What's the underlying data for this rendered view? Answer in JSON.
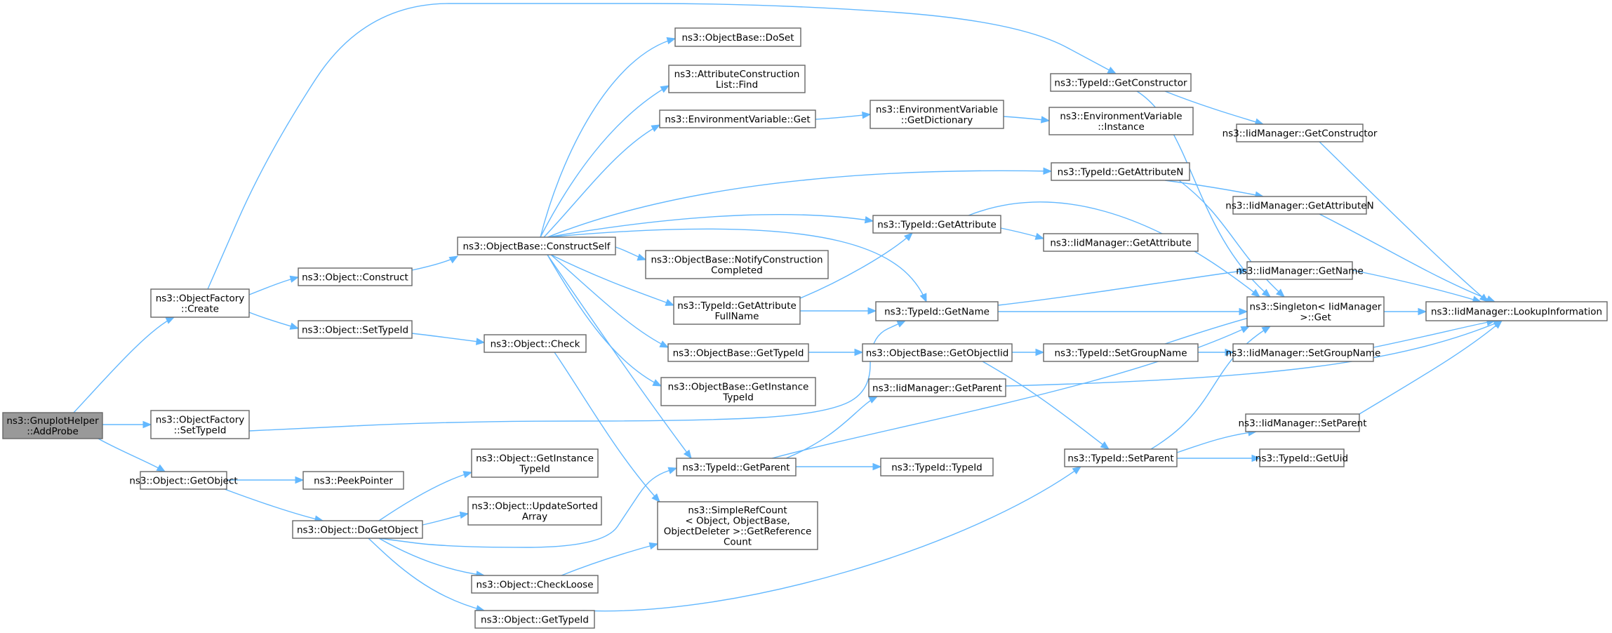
{
  "nodes": {
    "addprobe": [
      "ns3::GnuplotHelper",
      "::AddProbe"
    ],
    "of_create": [
      "ns3::ObjectFactory",
      "::Create"
    ],
    "of_settypeid": [
      "ns3::ObjectFactory",
      "::SetTypeId"
    ],
    "obj_getobject": [
      "ns3::Object::GetObject"
    ],
    "obj_construct": [
      "ns3::Object::Construct"
    ],
    "obj_settypeid": [
      "ns3::Object::SetTypeId"
    ],
    "peekpointer": [
      "ns3::PeekPointer"
    ],
    "obj_dogetobject": [
      "ns3::Object::DoGetObject"
    ],
    "ob_constructself": [
      "ns3::ObjectBase::ConstructSelf"
    ],
    "obj_check": [
      "ns3::Object::Check"
    ],
    "obj_getinstancetypeid": [
      "ns3::Object::GetInstance",
      "TypeId"
    ],
    "obj_updatesortedarray": [
      "ns3::Object::UpdateSorted",
      "Array"
    ],
    "obj_checkloose": [
      "ns3::Object::CheckLoose"
    ],
    "obj_gettypeid": [
      "ns3::Object::GetTypeId"
    ],
    "ob_doset": [
      "ns3::ObjectBase::DoSet"
    ],
    "acl_find": [
      "ns3::AttributeConstruction",
      "List::Find"
    ],
    "envvar_get": [
      "ns3::EnvironmentVariable::Get"
    ],
    "ob_notify": [
      "ns3::ObjectBase::NotifyConstruction",
      "Completed"
    ],
    "tid_getattrfullname": [
      "ns3::TypeId::GetAttribute",
      "FullName"
    ],
    "ob_gettypeid": [
      "ns3::ObjectBase::GetTypeId"
    ],
    "ob_getinstancetypeid": [
      "ns3::ObjectBase::GetInstance",
      "TypeId"
    ],
    "tid_getparent": [
      "ns3::TypeId::GetParent"
    ],
    "src_getrefcount": [
      "ns3::SimpleRefCount",
      "< Object, ObjectBase,",
      "ObjectDeleter >::GetReference",
      "Count"
    ],
    "envvar_getdict": [
      "ns3::EnvironmentVariable",
      "::GetDictionary"
    ],
    "tid_getattribute": [
      "ns3::TypeId::GetAttribute"
    ],
    "tid_getname": [
      "ns3::TypeId::GetName"
    ],
    "ob_getobjectiid": [
      "ns3::ObjectBase::GetObjectIid"
    ],
    "iid_getparent": [
      "ns3::IidManager::GetParent"
    ],
    "tid_typeid": [
      "ns3::TypeId::TypeId"
    ],
    "tid_getconstructor": [
      "ns3::TypeId::GetConstructor"
    ],
    "envvar_instance": [
      "ns3::EnvironmentVariable",
      "::Instance"
    ],
    "tid_getattributen": [
      "ns3::TypeId::GetAttributeN"
    ],
    "iid_getattribute": [
      "ns3::IidManager::GetAttribute"
    ],
    "tid_setgroupname": [
      "ns3::TypeId::SetGroupName"
    ],
    "tid_setparent": [
      "ns3::TypeId::SetParent"
    ],
    "iid_getconstructor": [
      "ns3::IidManager::GetConstructor"
    ],
    "iid_getattributen": [
      "ns3::IidManager::GetAttributeN"
    ],
    "iid_getname": [
      "ns3::IidManager::GetName"
    ],
    "singleton_get": [
      "ns3::Singleton< IidManager",
      ">::Get"
    ],
    "iid_setgroupname": [
      "ns3::IidManager::SetGroupName"
    ],
    "iid_setparent": [
      "ns3::IidManager::SetParent"
    ],
    "tid_getuid": [
      "ns3::TypeId::GetUid"
    ],
    "iid_lookupinfo": [
      "ns3::IidManager::LookupInformation"
    ]
  },
  "colors": {
    "edge": "#63b8ff",
    "node_border": "#666666",
    "node_fill": "#ffffff",
    "root_fill": "#999999",
    "text": "#000000"
  }
}
